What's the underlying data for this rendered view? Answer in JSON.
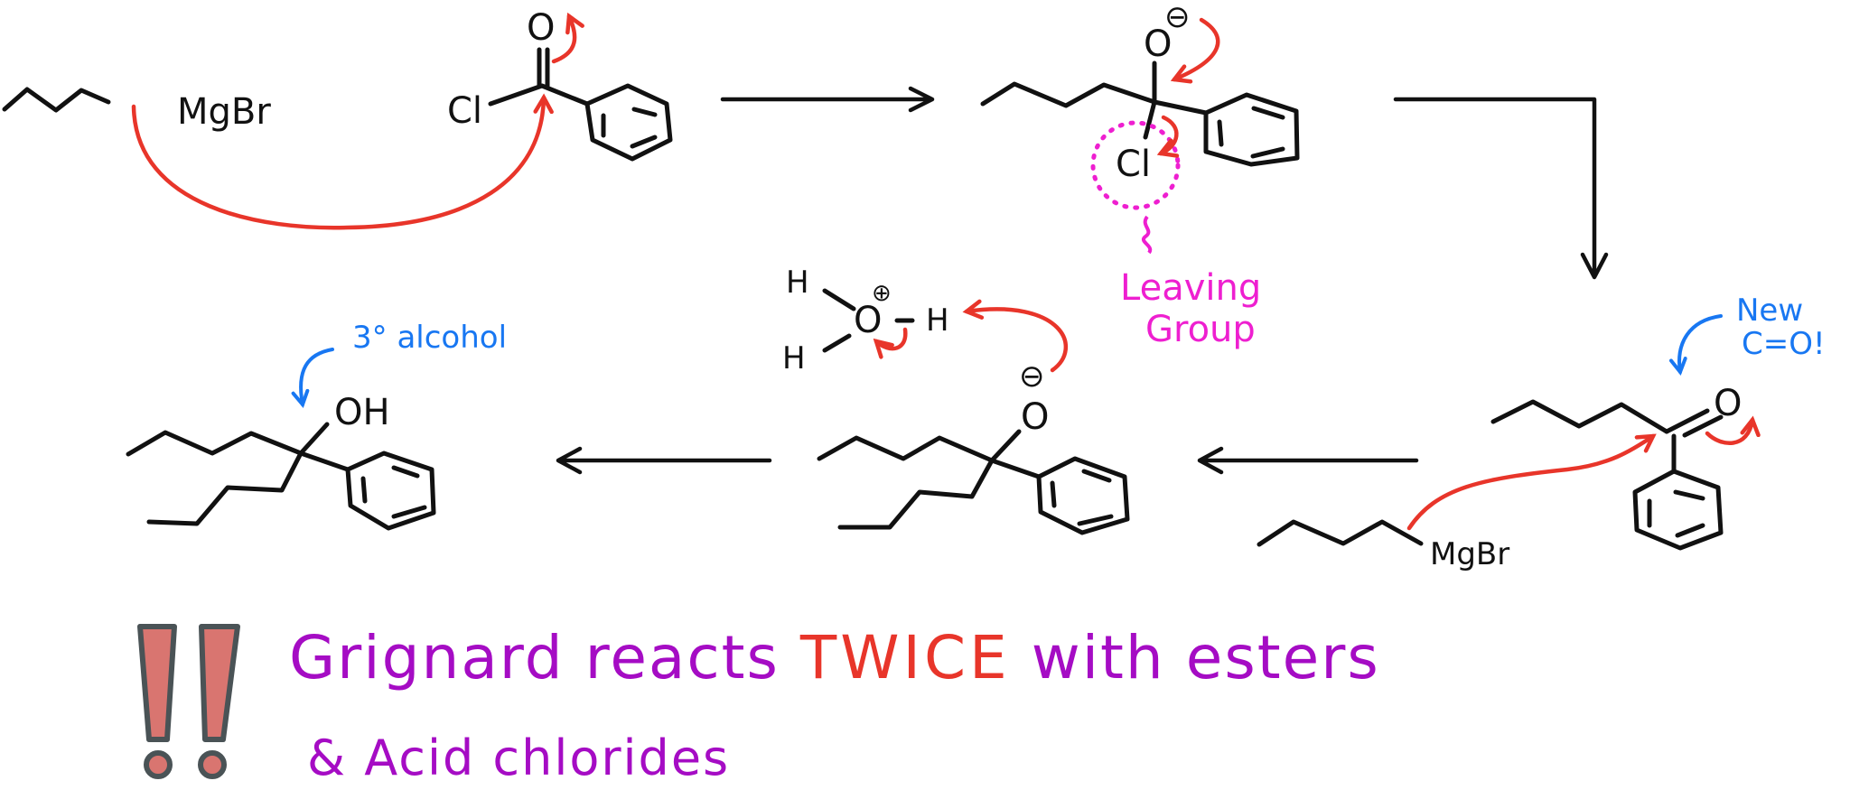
{
  "diagram": {
    "title": "Grignard reaction with acid chloride (double addition)",
    "colors": {
      "bonds": "#111111",
      "electron_arrows": "#e8352a",
      "annotation_blue": "#1877f2",
      "annotation_pink": "#ee1fd0",
      "banner_text": "#a50cc4",
      "banner_emphasis": "#e8352a",
      "exclamation_fill": "#d97570",
      "exclamation_outline": "#4a5356"
    },
    "steps": [
      {
        "id": "step1-reactants",
        "species": [
          {
            "name": "butylmagnesium bromide",
            "label": "MgBr"
          },
          {
            "name": "benzoyl chloride",
            "atoms": {
              "leaving": "Cl",
              "carbonyl_o": "O"
            }
          }
        ],
        "arrows": [
          "nucleophilic attack on carbonyl carbon",
          "C=O pi bond to oxygen"
        ]
      },
      {
        "id": "step2-tetrahedral-intermediate",
        "atoms": {
          "oxygen": "O",
          "charge": "⊖",
          "leaving": "Cl"
        },
        "annotation": {
          "line1": "Leaving",
          "line2": "Group"
        },
        "arrows": [
          "O lone pair reforms C=O",
          "C-Cl bond breaks"
        ]
      },
      {
        "id": "step3-ketone",
        "atoms": {
          "oxygen": "O"
        },
        "annotation": {
          "line1": "New",
          "line2": "C=O!"
        },
        "reagent": {
          "name": "butylmagnesium bromide",
          "label": "MgBr"
        },
        "arrows": [
          "second Grignard attack",
          "C=O pi bond to oxygen"
        ]
      },
      {
        "id": "step4-alkoxide",
        "atoms": {
          "oxygen": "O",
          "charge": "⊖"
        },
        "acid": {
          "h1": "H",
          "h2": "H",
          "h3": "H",
          "o": "O",
          "charge": "⊕"
        },
        "arrows": [
          "alkoxide deprotonates H3O+",
          "O-H bond to oxygen"
        ]
      },
      {
        "id": "step5-product",
        "atoms": {
          "hydroxyl": "OH"
        },
        "annotation": {
          "text": "3° alcohol"
        }
      }
    ]
  },
  "banner": {
    "line1_pre": "Grignard reacts ",
    "line1_emphasis": "TWICE",
    "line1_post": " with esters",
    "line2": "& Acid chlorides"
  }
}
